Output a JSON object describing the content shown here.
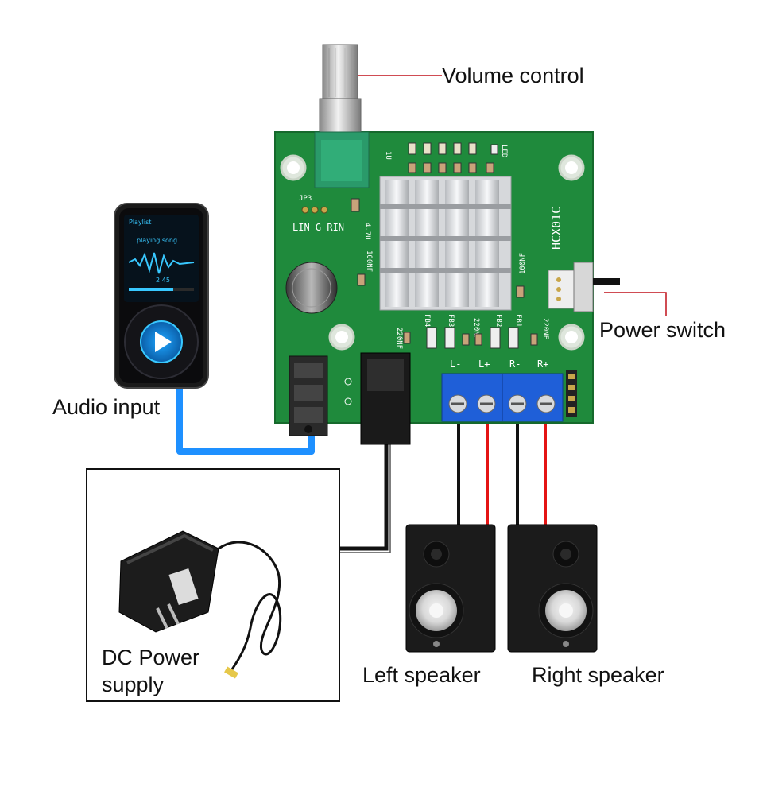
{
  "labels": {
    "volume_control": "Volume control",
    "power_switch": "Power switch",
    "audio_input": "Audio input",
    "dc_power_line1": "DC Power",
    "dc_power_line2": "supply",
    "left_speaker": "Left speaker",
    "right_speaker": "Right speaker"
  },
  "board": {
    "model": "HCX01C",
    "jp3": "JP3",
    "pins": "LIN G RIN",
    "led": "LED",
    "cap_1u": "1U",
    "cap_47u": "4.7U",
    "cap_100nf_a": "100NF",
    "cap_100nf_b": "100NF",
    "cap_220nf_a": "220NF",
    "cap_220nf_b": "220NF",
    "cap_220nf_c": "220NF",
    "fb3": "FB3",
    "fb4": "FB4",
    "fb1": "FB1",
    "fb2": "FB2",
    "term_l_minus": "L-",
    "term_l_plus": "L+",
    "term_r_minus": "R-",
    "term_r_plus": "R+"
  },
  "player": {
    "line1": "Playlist",
    "line2": "playing song",
    "time": "2:45"
  },
  "colors": {
    "board": "#1f8a3c",
    "audio_cable": "#1e90ff",
    "leader_line": "#c0101a",
    "wire_red": "#e41414",
    "wire_black": "#111111",
    "terminal_blue": "#1f5fd8"
  },
  "icons": {
    "play": "play-icon",
    "knob": "knob-icon"
  }
}
